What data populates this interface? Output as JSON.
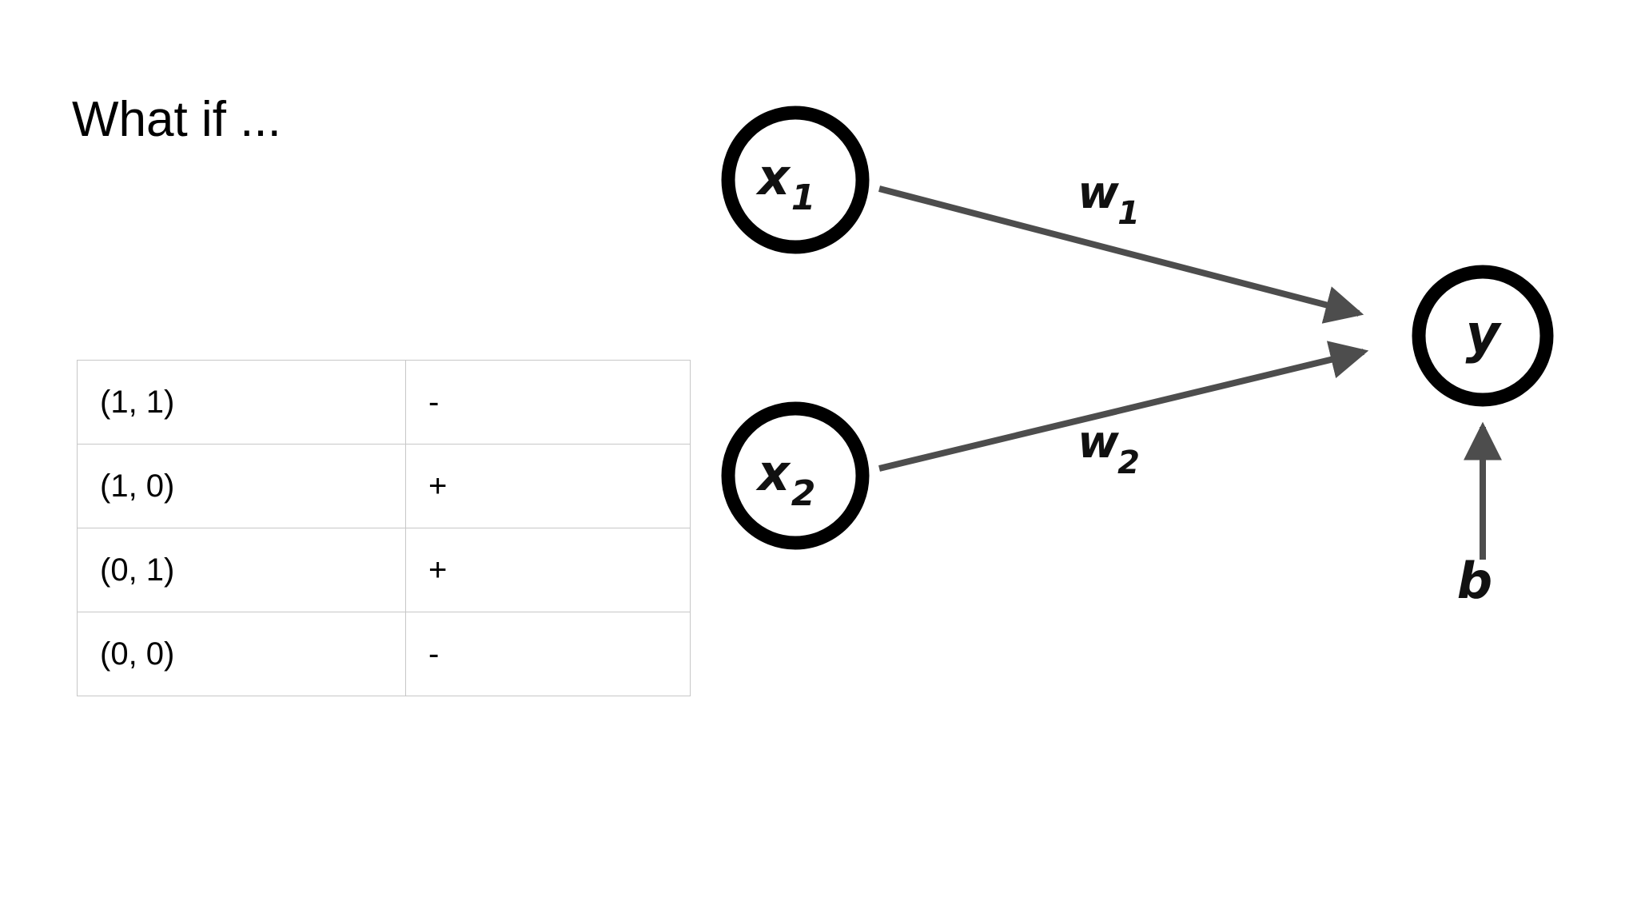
{
  "slide": {
    "background_color": "#ffffff",
    "title": "What if ..."
  },
  "truth_table": {
    "name": "xor-truth-table",
    "border_color": "#c7c7c7",
    "has_header_row": false,
    "rows": [
      {
        "input": "(1, 1)",
        "output": "-"
      },
      {
        "input": "(1, 0)",
        "output": "+"
      },
      {
        "input": "(0, 1)",
        "output": "+"
      },
      {
        "input": "(0, 0)",
        "output": "-"
      }
    ]
  },
  "diagram": {
    "name": "perceptron-diagram",
    "node_stroke_color": "#000000",
    "edge_color": "#4d4d4d",
    "nodes": [
      {
        "id": "x1",
        "label": "x",
        "subscript": "1"
      },
      {
        "id": "x2",
        "label": "x",
        "subscript": "2"
      },
      {
        "id": "y",
        "label": "y",
        "subscript": ""
      }
    ],
    "edges": [
      {
        "from": "x1",
        "to": "y",
        "label": "w",
        "subscript": "1"
      },
      {
        "from": "x2",
        "to": "y",
        "label": "w",
        "subscript": "2"
      },
      {
        "from": "bias",
        "to": "y",
        "label": "b",
        "subscript": ""
      }
    ]
  }
}
